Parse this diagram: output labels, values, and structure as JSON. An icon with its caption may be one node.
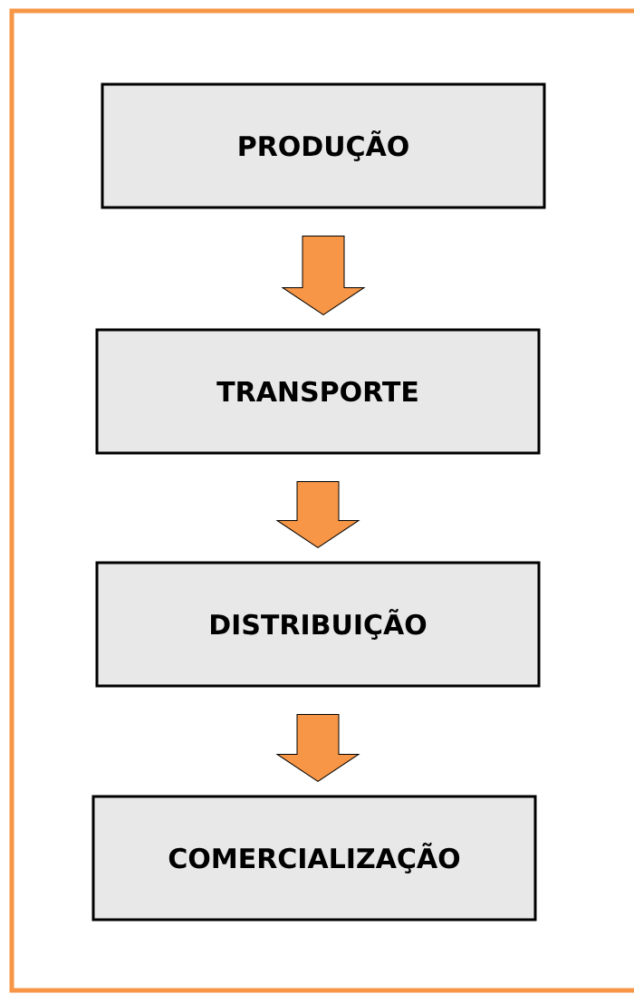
{
  "diagram": {
    "nodes": [
      {
        "text": [
          "PRODUÇÃO"
        ]
      },
      {
        "text": [
          "TRANSPORTE"
        ]
      },
      {
        "text": [
          "DISTRIBUIÇÃO"
        ]
      },
      {
        "text": [
          "COMERCIALIZAÇÃO"
        ]
      }
    ],
    "edges": [
      {
        "from": 0,
        "to": 1,
        "arrow": "to"
      },
      {
        "from": 1,
        "to": 2,
        "arrow": "to"
      },
      {
        "from": 2,
        "to": 3,
        "arrow": "to"
      }
    ]
  }
}
